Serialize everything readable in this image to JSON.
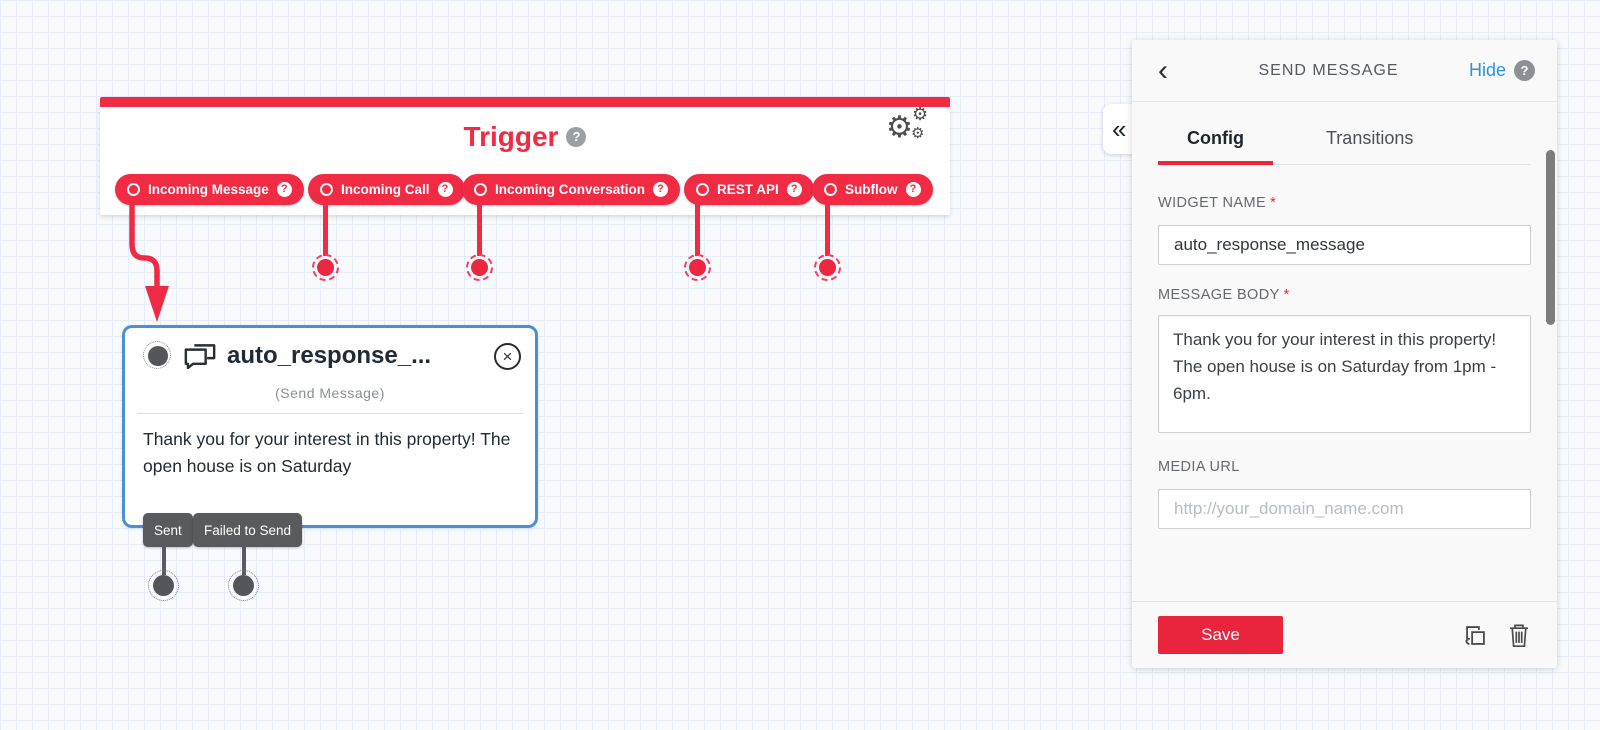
{
  "icons": {
    "help_glyph": "?",
    "close_glyph": "×",
    "back_glyph": "‹",
    "collapse_glyph": "«",
    "gear_glyph": "⚙"
  },
  "colors": {
    "red": "#F02B43",
    "save_red": "#E8253C",
    "blue_link": "#2B90E8",
    "widget_border": "#4A90D2",
    "transition_gray": "#595A5E"
  },
  "canvas": {
    "trigger": {
      "title": "Trigger",
      "pills": [
        {
          "label": "Incoming Message"
        },
        {
          "label": "Incoming Call"
        },
        {
          "label": "Incoming Conversation"
        },
        {
          "label": "REST API"
        },
        {
          "label": "Subflow"
        }
      ]
    },
    "widget": {
      "title": "auto_response_...",
      "type_label": "(Send Message)",
      "body_preview": "Thank you for your interest in this property! The open house is on Saturday",
      "transitions": [
        {
          "label": "Sent"
        },
        {
          "label": "Failed to Send"
        }
      ]
    }
  },
  "panel": {
    "title": "SEND MESSAGE",
    "hide_label": "Hide",
    "tabs": [
      {
        "label": "Config"
      },
      {
        "label": "Transitions"
      }
    ],
    "widget_name": {
      "label": "WIDGET NAME",
      "required_marker": "*",
      "value": "auto_response_message"
    },
    "message_body": {
      "label": "MESSAGE BODY",
      "required_marker": "*",
      "value": "Thank you for your interest in this property! The open house is on Saturday from 1pm - 6pm."
    },
    "media_url": {
      "label": "MEDIA URL",
      "placeholder": "http://your_domain_name.com"
    },
    "save_label": "Save"
  }
}
